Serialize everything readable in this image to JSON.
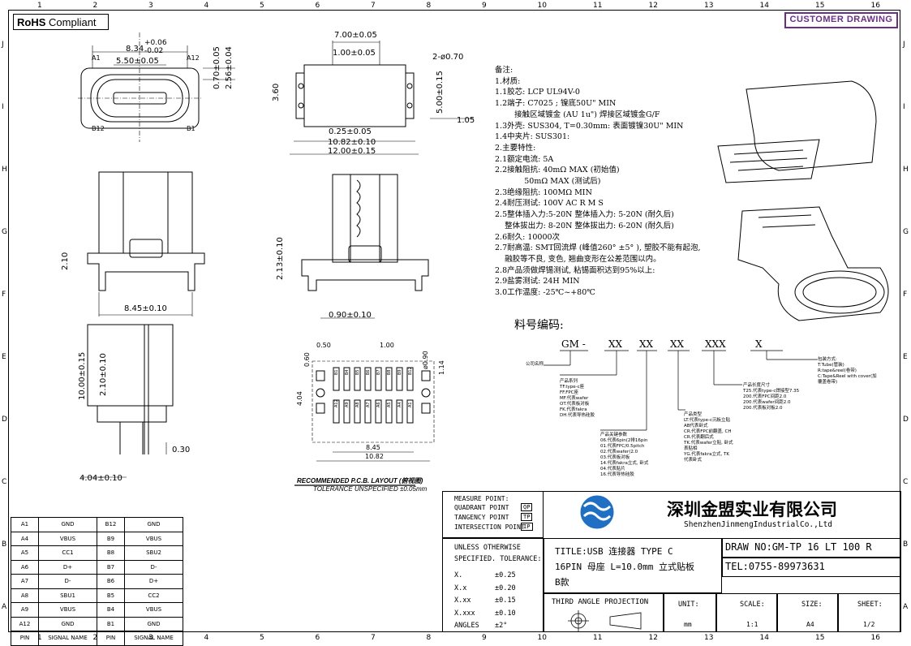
{
  "header": {
    "rohs_bold": "RoHS",
    "rohs_rest": "Compliant",
    "customer_drawing": "CUSTOMER DRAWING"
  },
  "zones": {
    "top": [
      "1",
      "2",
      "3",
      "4",
      "5",
      "6",
      "7",
      "8",
      "9",
      "10",
      "11",
      "12",
      "13",
      "14",
      "15",
      "16"
    ],
    "side": [
      "J",
      "I",
      "H",
      "G",
      "F",
      "E",
      "D",
      "C",
      "B",
      "A"
    ]
  },
  "dims": {
    "d1": "8.34",
    "d1_tol_plus": "+0.06",
    "d1_tol_minus": "-0.02",
    "d2": "5.50±0.05",
    "a1": "A1",
    "a12": "A12",
    "b12": "B12",
    "b1": "B1",
    "d3": "0.70±0.05",
    "d4": "2.56±0.04",
    "d5": "7.00±0.05",
    "d6": "1.00±0.05",
    "d7": "2-ø0.70",
    "d8": "3.60",
    "d9": "5.00±0.15",
    "d10": "1.05",
    "d11": "0.25±0.05",
    "d12": "10.82±0.10",
    "d13": "12.00±0.15",
    "d14": "2.10",
    "d15": "8.45±0.10",
    "d16": "2.13±0.10",
    "d17": "0.90±0.10",
    "d18": "10.00±0.15",
    "d19": "2.10±0.10",
    "d20": "0.30",
    "d21": "4.04±0.10",
    "d22": "0.50",
    "d23": "1.00",
    "d24": "0.60",
    "d25": "ø0.90",
    "d26": "1.14",
    "d27": "4.04",
    "d28": "8.45",
    "d29": "10.82",
    "top_pins": [
      "B1",
      "B4",
      "B5",
      "B6",
      "B7",
      "B8",
      "B9",
      "B12"
    ],
    "bottom_pins": [
      "A12",
      "A9",
      "A8",
      "A7",
      "A6",
      "A5",
      "A4",
      "A1"
    ]
  },
  "pcb": {
    "line1": "RECOMMENDED   P.C.B.  LAYOUT (俯视图)",
    "line2": "TOLERANCE  UNSPECIFIED  ±0.05mm"
  },
  "notes": {
    "lines": [
      "备注:",
      "1.材质:",
      "1.1胶芯: LCP UL94V-0",
      "1.2端子: C7025 ; 镍底50U\" MIN",
      "        接触区域镀金 (AU 1u\") 焊接区域镀金G/F",
      "1.3外壳: SUS304, T=0.30mm: 表面镀镍30U\" MIN",
      "1.4中夹片: SUS301:",
      "2.主要特性:",
      "2.1额定电流: 5A",
      "2.2接触阻抗: 40mΩ MAX (初始值)",
      "            50mΩ MAX (测试后)",
      "2.3绝缘阻抗: 100MΩ MIN",
      "2.4耐压测试: 100V AC R M S",
      "2.5整体插入力:5-20N 整体插入力: 5-20N (耐久后)",
      "    整体拔出力: 8-20N 整体拔出力: 6-20N (耐久后)",
      "2.6耐久: 10000次",
      "2.7耐高温: SMT回流焊 (峰值260° ±5° ), 塑胶不能有起泡,",
      "    融胶等不良, 变色, 翘曲变形在公差范围以内。",
      "2.8产品须做焊锡测试, 粘锡面积达到95%以上:",
      "2.9盐雾测试: 24H MIN",
      "3.0工作温度: -25℃~+80℃"
    ]
  },
  "part_number": {
    "title": "料号编码:",
    "segments": [
      "GM -",
      "XX",
      "XX",
      "XX",
      "XXX",
      "X"
    ],
    "company_label": "公司名称",
    "series": "产品系列\nTF.type-c座\nFF.FPC座\nMF.代表wafer\nOT.代表板对板\nFK.代表fakra\nDH.代表导热硅胶",
    "key_params": "产品关键参数\n06.代表6pin(2排16pin\n01.代表FPC/0.5pitch\n02.代表wafer(2.0\n03.代表板对板\n14.代表fakra立式, 卧式\n04.代表贴片\n16.代表导热硅胶",
    "product_type": "产品类型\nLT.代表type-c沉板立贴\nAB代表卧式\nCR.代表FPC前翻盖, CH\nCR.代表翻后式\nTK.代表wafer立贴, 卧式\n表贴相\nYG.代表fakra立式, TK\n代表卧式",
    "length": "产品长度尺寸\nT25.代表type-c焊接型7.35\n200.代表FPC间距2.0\n200.代表wafer间距2.0\n200.代表板对板2.0",
    "package": "包装方式:\nT:Tube(管装)\nR:tape&reel(卷带)\nC:Tape&Reel with cover(加\n覆盖卷带)"
  },
  "pin_table": {
    "rows": [
      [
        "A1",
        "GND",
        "B12",
        "GND"
      ],
      [
        "A4",
        "VBUS",
        "B9",
        "VBUS"
      ],
      [
        "A5",
        "CC1",
        "B8",
        "SBU2"
      ],
      [
        "A6",
        "D+",
        "B7",
        "D-"
      ],
      [
        "A7",
        "D-",
        "B6",
        "D+"
      ],
      [
        "A8",
        "SBU1",
        "B5",
        "CC2"
      ],
      [
        "A9",
        "VBUS",
        "B4",
        "VBUS"
      ],
      [
        "A12",
        "GND",
        "B1",
        "GND"
      ],
      [
        "PIN",
        "SIGNAL NAME",
        "PIN",
        "SIGNAL NAME"
      ]
    ]
  },
  "title_block": {
    "measure": "MEASURE POINT:",
    "quadrant": "QUADRANT POINT",
    "tangency": "TANGENCY POINT",
    "intersection": "INTERSECTION POINT",
    "qp": "QP",
    "tp": "TP",
    "ip": "IP",
    "company_cn": "深圳金盟实业有限公司",
    "company_en": "ShenzhenJinmengIndustrialCo.,Ltd",
    "unless1": "UNLESS OTHERWISE",
    "unless2": "SPECIFIED. TOLERANCE:",
    "tol": [
      [
        "X.",
        "±0.25"
      ],
      [
        "X.x",
        "±0.20"
      ],
      [
        "X.xx",
        "±0.15"
      ],
      [
        "X.xxx",
        "±0.10"
      ],
      [
        "ANGLES",
        "±2°"
      ]
    ],
    "title1": "TITLE:USB 连接器 TYPE C",
    "title2": "16PIN 母座 L=10.0mm 立式贴板",
    "title3": "B款",
    "draw_no": "DRAW NO:GM-TP 16 LT 100 R",
    "tel": "TEL:0755-89973631",
    "projection": "THIRD ANGLE PROJECTION",
    "unit_label": "UNIT:",
    "unit": "mm",
    "scale_label": "SCALE:",
    "scale": "1:1",
    "size_label": "SIZE:",
    "size": "A4",
    "sheet_label": "SHEET:",
    "sheet": "1/2"
  }
}
